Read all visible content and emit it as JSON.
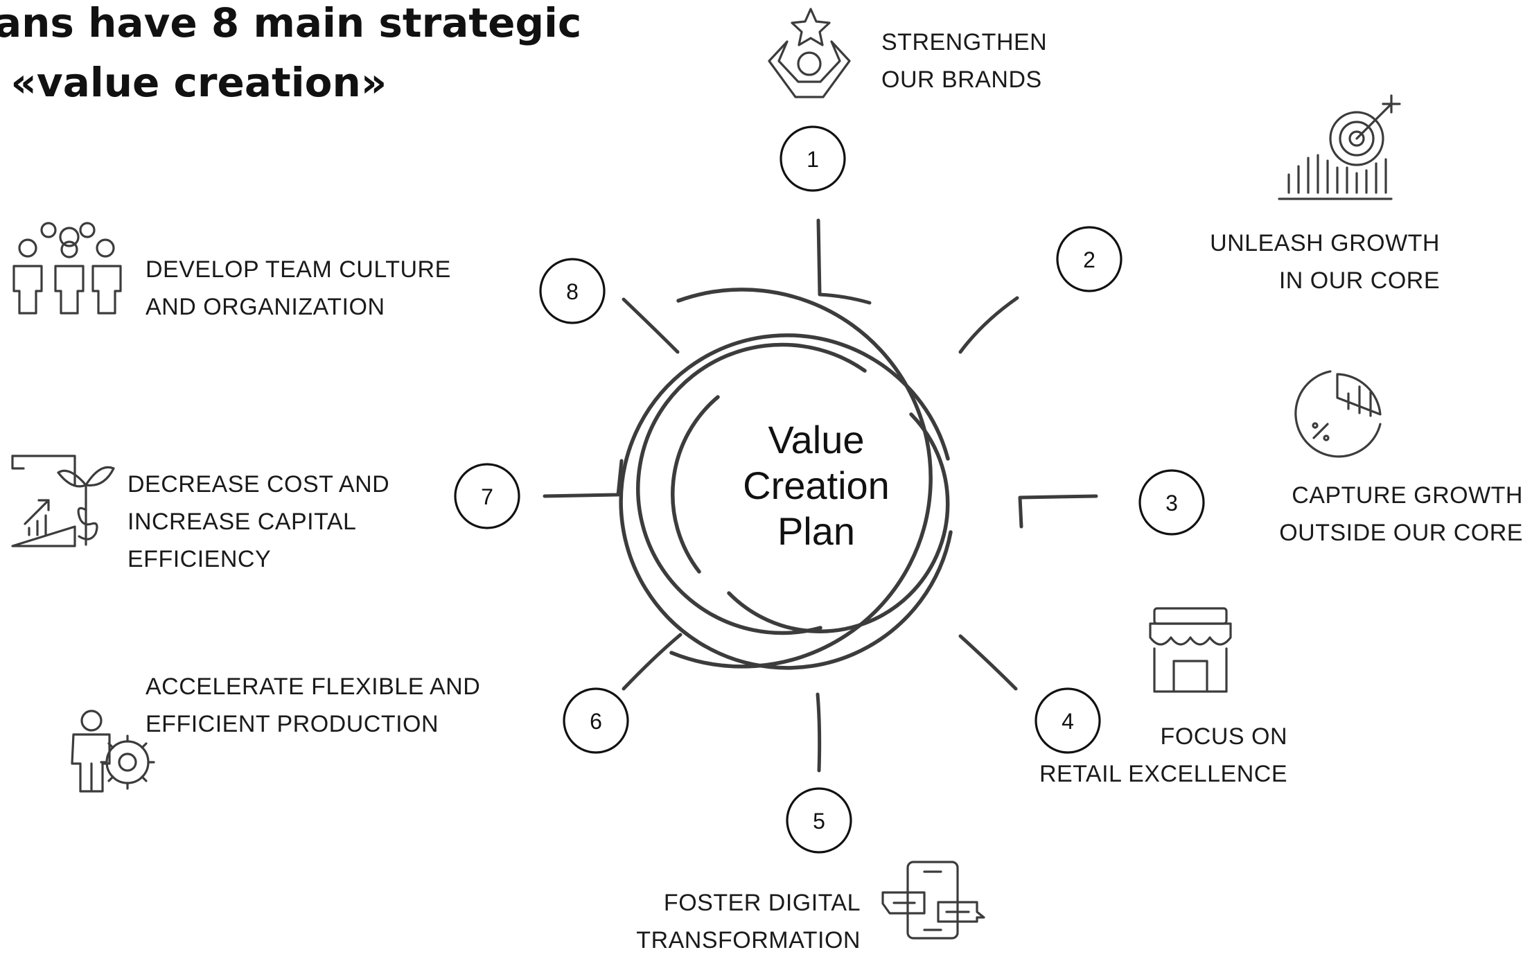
{
  "title": {
    "line1": "ans have 8 main strategic",
    "line2": "f «value creation»"
  },
  "center": {
    "line1": "Value",
    "line2": "Creation",
    "line3": "Plan"
  },
  "pillars": [
    {
      "number": "1",
      "line1": "STRENGTHEN",
      "line2": "OUR BRANDS",
      "icon": "star-person-icon"
    },
    {
      "number": "2",
      "line1": "UNLEASH GROWTH",
      "line2": "IN OUR CORE",
      "icon": "target-bars-icon"
    },
    {
      "number": "3",
      "line1": "CAPTURE GROWTH",
      "line2": "OUTSIDE OUR CORE",
      "icon": "pie-growth-icon"
    },
    {
      "number": "4",
      "line1": "FOCUS ON",
      "line2": "RETAIL EXCELLENCE",
      "icon": "storefront-icon"
    },
    {
      "number": "5",
      "line1": "FOSTER DIGITAL",
      "line2": "TRANSFORMATION",
      "icon": "phone-chat-icon"
    },
    {
      "number": "6",
      "line1": "ACCELERATE FLEXIBLE AND",
      "line2": "EFFICIENT PRODUCTION",
      "icon": "worker-gear-icon"
    },
    {
      "number": "7",
      "line1": "DECREASE COST AND",
      "line2": "INCREASE CAPITAL",
      "line3": "EFFICIENCY",
      "icon": "document-money-icon"
    },
    {
      "number": "8",
      "line1": "DEVELOP TEAM CULTURE",
      "line2": "AND ORGANIZATION",
      "icon": "team-icon"
    }
  ]
}
